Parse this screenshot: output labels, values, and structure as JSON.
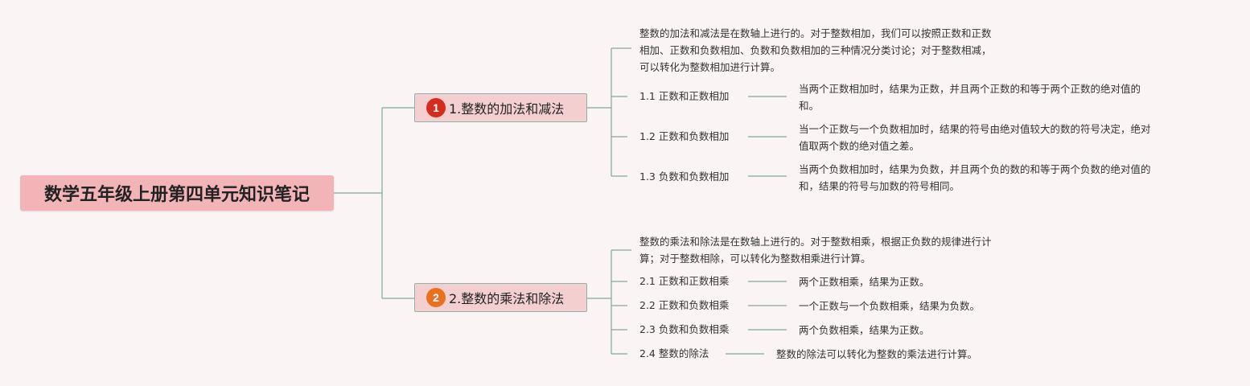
{
  "root": {
    "title": "数学五年级上册第四单元知识笔记"
  },
  "colors": {
    "line": "#7fa89c",
    "badge1": "#d42d1f",
    "badge2": "#e8701f",
    "root_bg": "#f2b4b6",
    "branch_bg": "#f3d0cf"
  },
  "branches": [
    {
      "badge": "1",
      "title": "1.整数的加法和减法",
      "intro": [
        "整数的加法和减法是在数轴上进行的。对于整数相加，我们可以按照正数和正数",
        "相加、正数和负数相加、负数和负数相加的三种情况分类讨论；对于整数相减，",
        "可以转化为整数相加进行计算。"
      ],
      "items": [
        {
          "label": "1.1 正数和正数相加",
          "desc": [
            "当两个正数相加时，结果为正数，并且两个正数的和等于两个正数的绝对值的",
            "和。"
          ]
        },
        {
          "label": "1.2 正数和负数相加",
          "desc": [
            "当一个正数与一个负数相加时，结果的符号由绝对值较大的数的符号决定，绝对",
            "值取两个数的绝对值之差。"
          ]
        },
        {
          "label": "1.3 负数和负数相加",
          "desc": [
            "当两个负数相加时，结果为负数，并且两个负的数的和等于两个负数的绝对值的",
            "和，结果的符号与加数的符号相同。"
          ]
        }
      ]
    },
    {
      "badge": "2",
      "title": "2.整数的乘法和除法",
      "intro": [
        "整数的乘法和除法是在数轴上进行的。对于整数相乘，根据正负数的规律进行计",
        "算；对于整数相除，可以转化为整数相乘进行计算。"
      ],
      "items": [
        {
          "label": "2.1 正数和正数相乘",
          "desc": [
            "两个正数相乘，结果为正数。"
          ]
        },
        {
          "label": "2.2 正数和负数相乘",
          "desc": [
            "一个正数与一个负数相乘，结果为负数。"
          ]
        },
        {
          "label": "2.3 负数和负数相乘",
          "desc": [
            "两个负数相乘，结果为正数。"
          ]
        },
        {
          "label": "2.4 整数的除法",
          "desc": [
            "整数的除法可以转化为整数的乘法进行计算。"
          ]
        }
      ]
    }
  ]
}
